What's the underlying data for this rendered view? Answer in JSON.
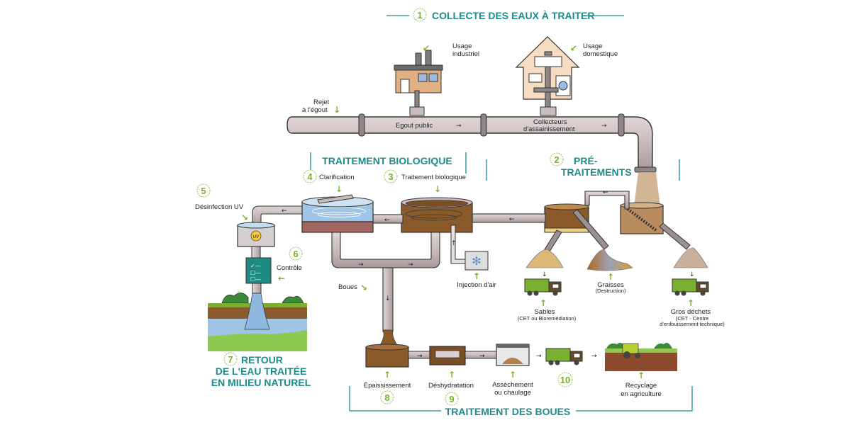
{
  "colors": {
    "section_title": "#1e8a8a",
    "step_number": "#7ab030",
    "arrow_green": "#7ab030",
    "pipe": "#c9bcbc",
    "sludge_brown": "#8b5a2b",
    "water_blue": "#9fc4e6",
    "truck_green": "#7ab030"
  },
  "sections": {
    "collecte": {
      "number": "1",
      "title": "COLLECTE DES EAUX À TRAITER"
    },
    "pretraitements": {
      "number": "2",
      "title_line1": "PRÉ-",
      "title_line2": "TRAITEMENTS"
    },
    "biologique": {
      "title": "TRAITEMENT BIOLOGIQUE"
    },
    "boues": {
      "title": "TRAITEMENT DES BOUES"
    },
    "retour": {
      "number": "7",
      "title_line1": "RETOUR",
      "title_line2": "DE L'EAU TRAITÉE",
      "title_line3": "EN MILIEU NATUREL"
    }
  },
  "collecte": {
    "usage_industriel_l1": "Usage",
    "usage_industriel_l2": "industriel",
    "usage_domestique_l1": "Usage",
    "usage_domestique_l2": "domestique",
    "rejet_l1": "Rejet",
    "rejet_l2": "à l'égout",
    "egout_public": "Egout public",
    "collecteurs_l1": "Collecteurs",
    "collecteurs_l2": "d'assainissement"
  },
  "steps": {
    "s3": {
      "number": "3",
      "label": "Traitement biologique"
    },
    "s4": {
      "number": "4",
      "label": "Clarification"
    },
    "s5": {
      "number": "5",
      "label": "Désinfection UV"
    },
    "s6": {
      "number": "6",
      "label": "Contrôle"
    },
    "s8": {
      "number": "8",
      "label": "Épaississement"
    },
    "s9": {
      "number": "9",
      "label": "Déshydratation"
    },
    "s10": {
      "number": "10"
    }
  },
  "labels": {
    "injection_air": "Injection d'air",
    "boues": "Boues",
    "uv": "UV",
    "sables": "Sables",
    "sables_sub": "(CET ou Bioremédiation)",
    "graisses": "Graisses",
    "graisses_sub": "(Destruction)",
    "gros_dechets": "Gros déchets",
    "gros_dechets_sub1": "(CET - Centre",
    "gros_dechets_sub2": "d'enfouissement technique)",
    "assechement_l1": "Assèchement",
    "assechement_l2": "ou chaulage",
    "recyclage_l1": "Recyclage",
    "recyclage_l2": "en agriculture"
  },
  "glyphs": {
    "flow_right": "→",
    "flow_left": "←",
    "flow_down": "↓",
    "flow_up": "↑",
    "green_down": "↓",
    "green_up": "↑",
    "green_left": "←",
    "green_diag_down_right": "↘",
    "green_diag_down_left": "↙"
  }
}
